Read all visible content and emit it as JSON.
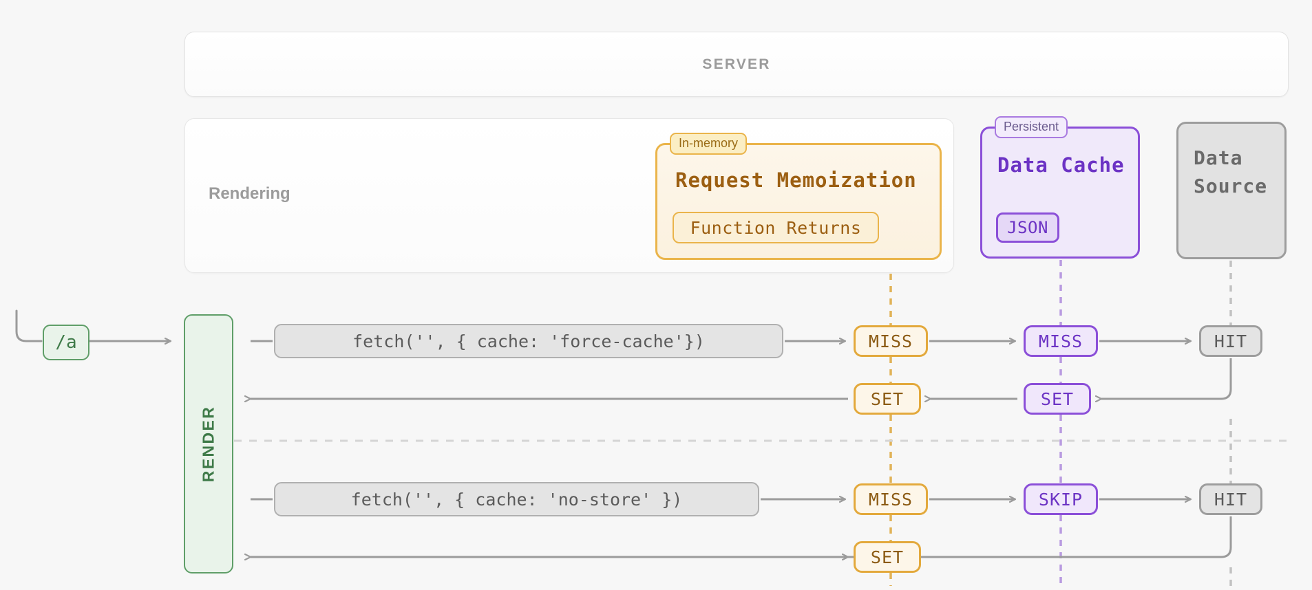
{
  "banner": {
    "title": "SERVER"
  },
  "rendering_panel": {
    "label": "Rendering"
  },
  "memoization": {
    "badge": "In-memory",
    "title": "Request Memoization",
    "chip": "Function Returns",
    "color": "#eab44a",
    "text_color": "#9c5f12"
  },
  "data_cache": {
    "badge": "Persistent",
    "title": "Data Cache",
    "chip": "JSON",
    "color": "#8b4fd8",
    "text_color": "#6c33c4"
  },
  "data_source": {
    "title": "Data\nSource",
    "line1": "Data",
    "line2": "Source",
    "color": "#9d9d9d",
    "text_color": "#6a6a6a"
  },
  "route": {
    "label": "/a",
    "color": "#5f9e68"
  },
  "render_bar": {
    "label": "RENDER",
    "color": "#5f9e68"
  },
  "rows": [
    {
      "fetch": "fetch('', { cache: 'force-cache'})",
      "memoization_status": "MISS",
      "data_cache_status": "MISS",
      "data_source_status": "HIT",
      "return_memoization": "SET",
      "return_data_cache": "SET"
    },
    {
      "fetch": "fetch('', { cache: 'no-store' })",
      "memoization_status": "MISS",
      "data_cache_status": "SKIP",
      "data_source_status": "HIT",
      "return_memoization": "SET"
    }
  ]
}
